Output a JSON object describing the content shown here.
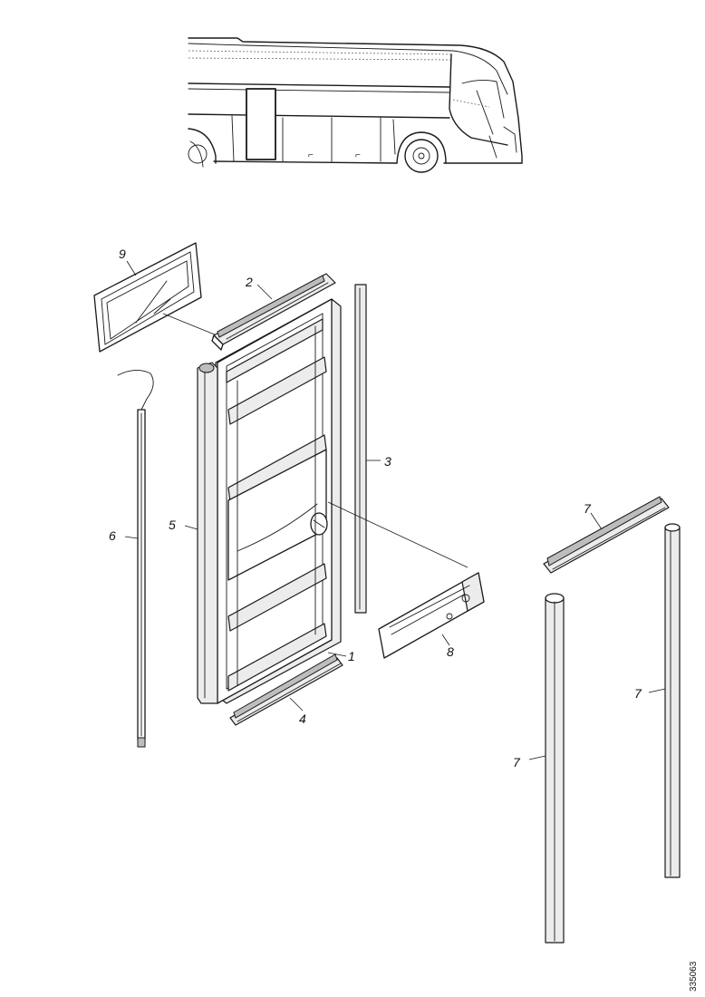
{
  "callouts": {
    "c1": "1",
    "c2": "2",
    "c3": "3",
    "c4": "4",
    "c5": "5",
    "c6": "6",
    "c7a": "7",
    "c7b": "7",
    "c7c": "7",
    "c8": "8",
    "c9": "9"
  },
  "drawing_code": "335063"
}
